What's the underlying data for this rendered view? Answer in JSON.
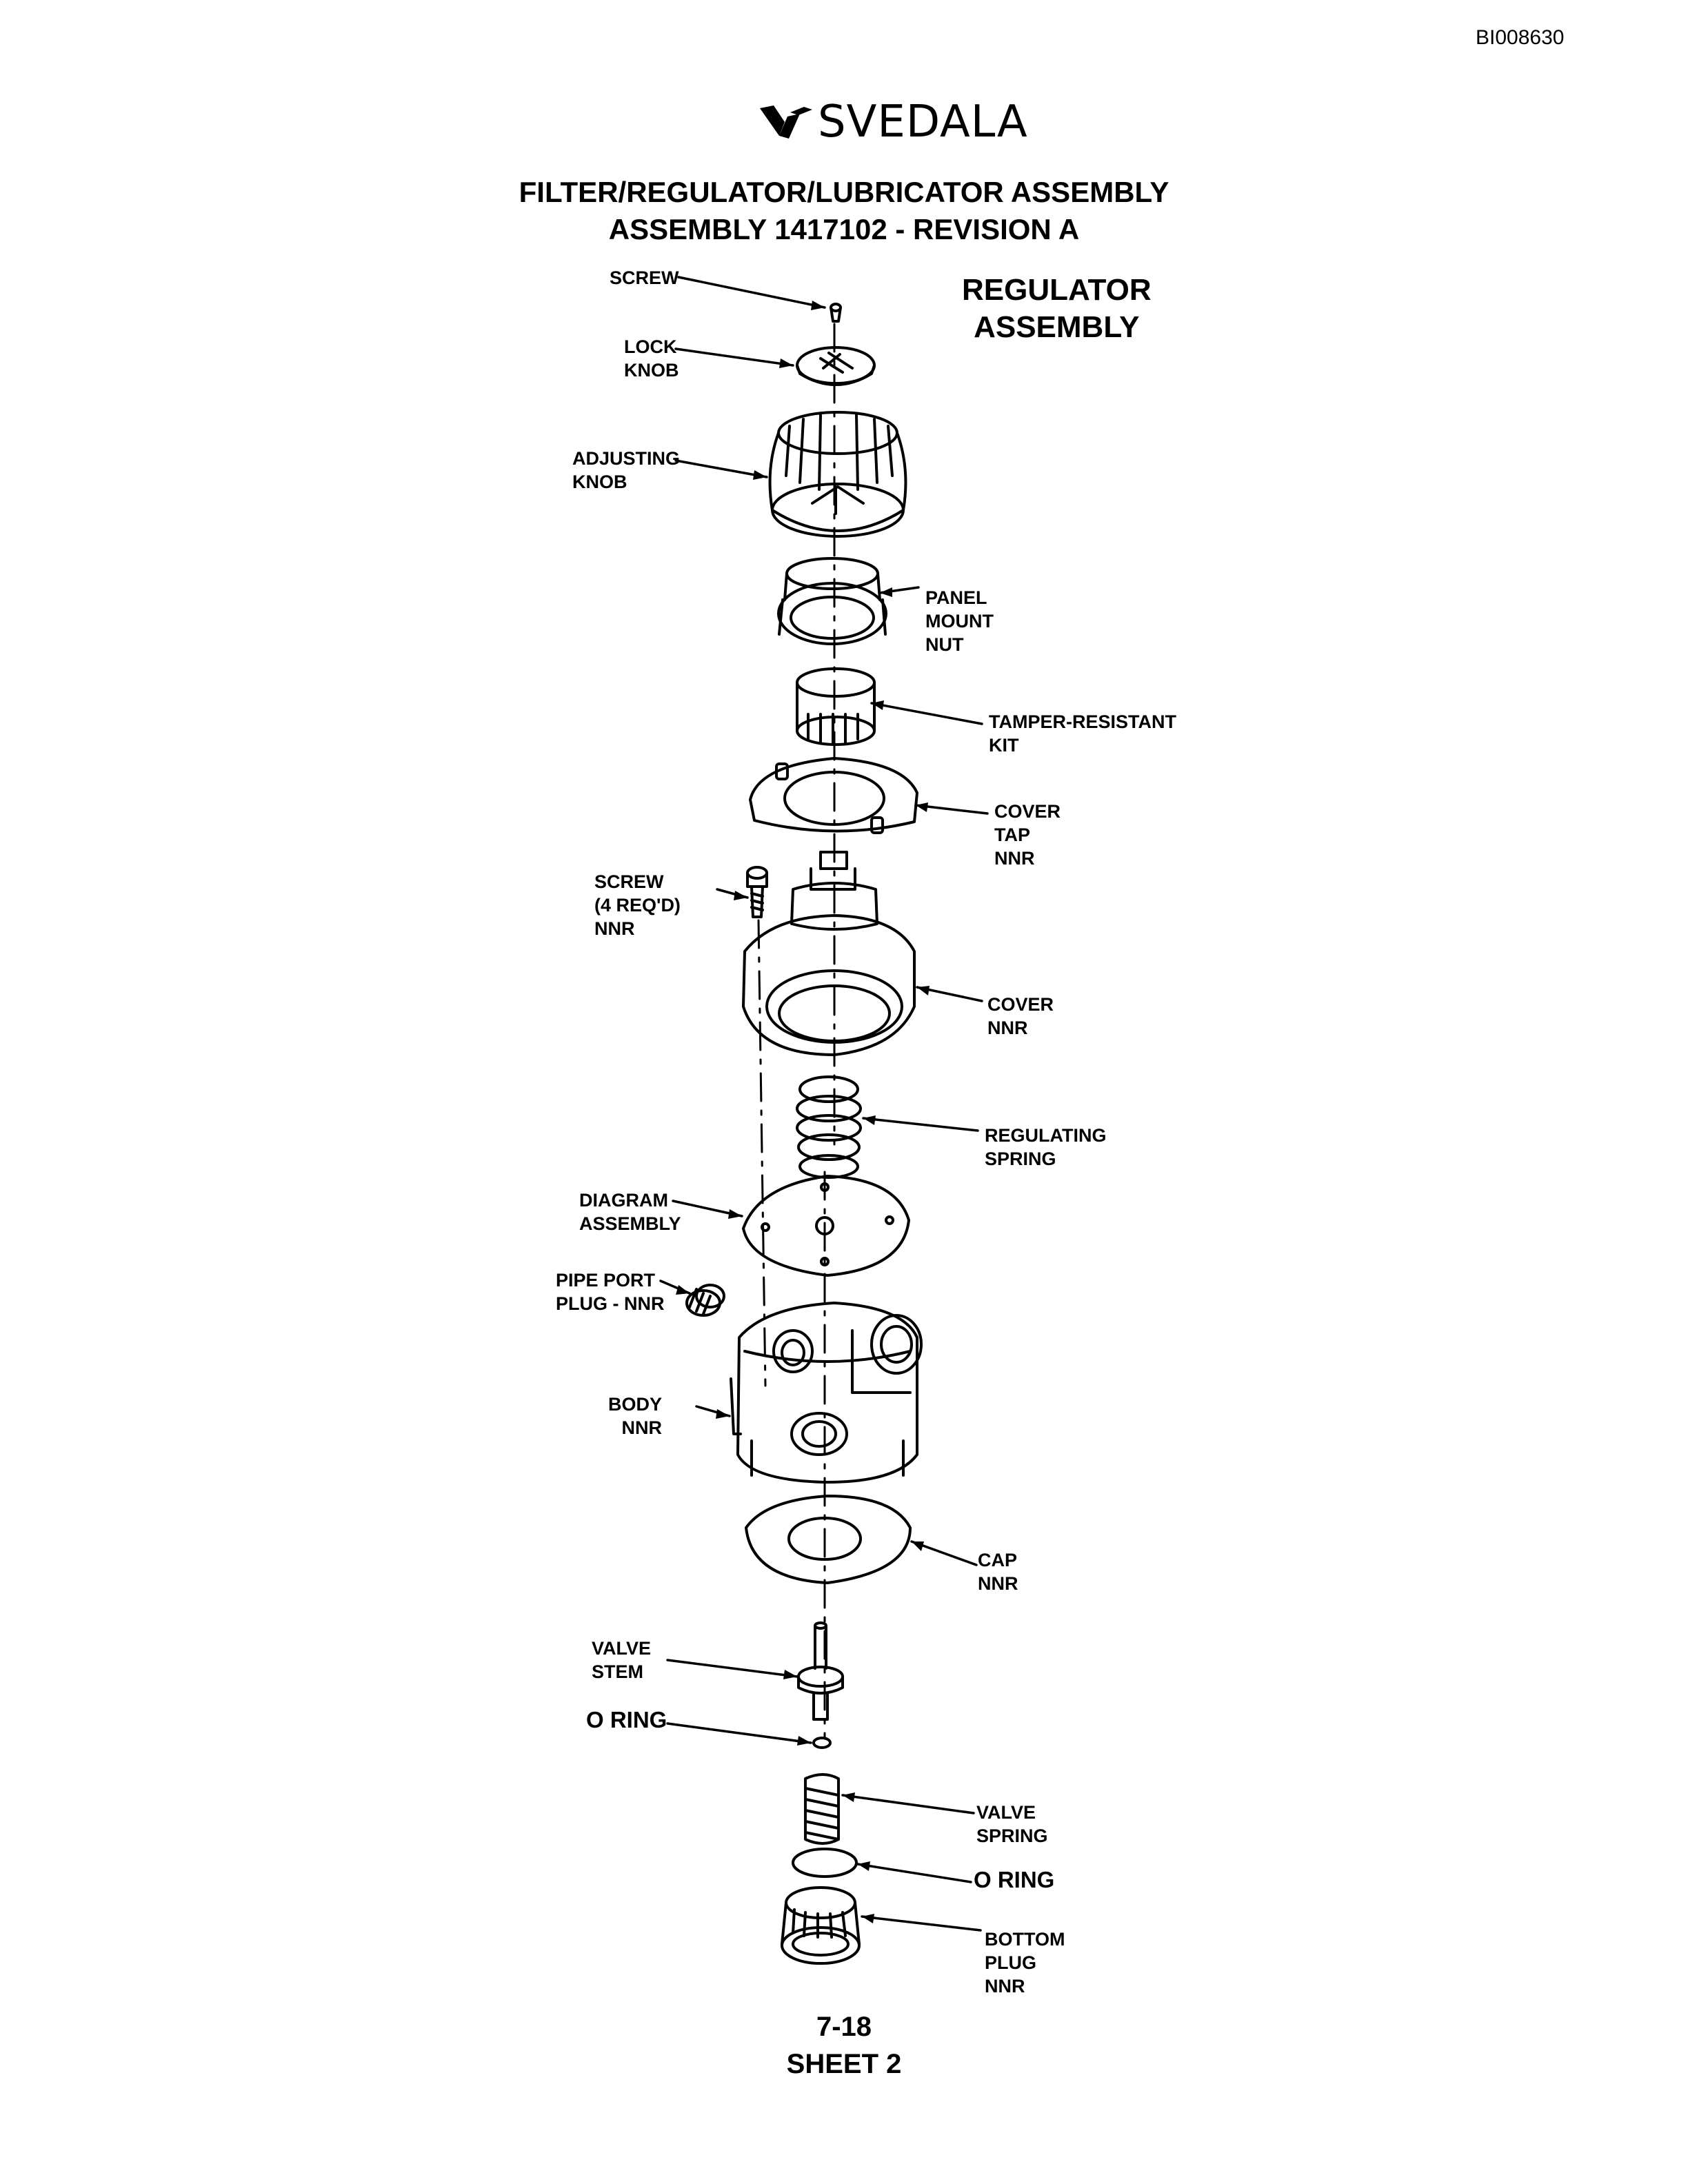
{
  "header": {
    "doc_id": "BI008630",
    "logo_text": "SVEDALA",
    "title_line1": "FILTER/REGULATOR/LUBRICATOR ASSEMBLY",
    "title_line2": "ASSEMBLY 1417102 - REVISION A",
    "section_title_line1": "REGULATOR",
    "section_title_line2": "ASSEMBLY"
  },
  "parts": {
    "screw_top": "SCREW",
    "lock_knob": "LOCK\nKNOB",
    "adjusting_knob": "ADJUSTING\nKNOB",
    "panel_mount_nut": "PANEL\nMOUNT\nNUT",
    "tamper_resistant_kit": "TAMPER-RESISTANT\nKIT",
    "cover_tap": "COVER\nTAP\nNNR",
    "screw_4": "SCREW\n(4 REQ'D)\nNNR",
    "cover": "COVER\nNNR",
    "regulating_spring": "REGULATING\nSPRING",
    "diagram_assembly": "DIAGRAM\nASSEMBLY",
    "pipe_port_plug": "PIPE PORT\nPLUG - NNR",
    "body": "BODY\nNNR",
    "cap": "CAP\nNNR",
    "valve_stem": "VALVE\nSTEM",
    "o_ring_1": "O RING",
    "valve_spring": "VALVE\nSPRING",
    "o_ring_2": "O RING",
    "bottom_plug": "BOTTOM\nPLUG\nNNR"
  },
  "footer": {
    "page_number": "7-18",
    "sheet": "SHEET 2"
  }
}
